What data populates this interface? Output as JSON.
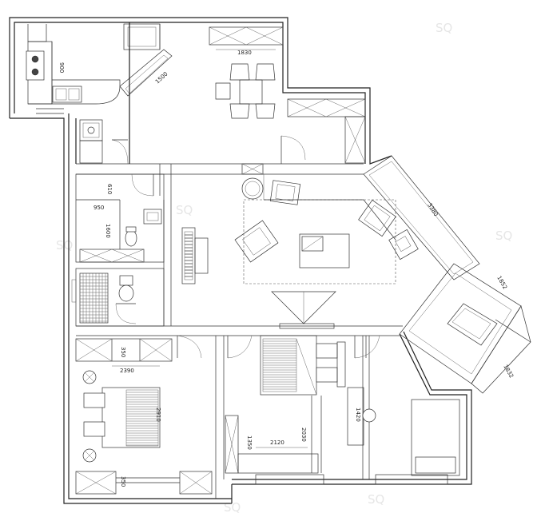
{
  "dimensions": {
    "kitchen_width": "900",
    "dining_cabinet": "1830",
    "diagonal_counter": "1500",
    "bath_width": "610",
    "bath_depth": "950",
    "bath_length": "1600",
    "balcony_length": "3380",
    "corner_width": "1852",
    "corner_depth": "1832",
    "bedroom_closet_top": "350",
    "bedroom_closet_bottom": "350",
    "bedroom1_width": "2390",
    "bedroom1_bed": "2910",
    "bedroom2_closet": "1350",
    "bedroom2_width": "2120",
    "bedroom2_bed": "2030",
    "bedroom3_desk": "1420"
  },
  "watermark": "SQ"
}
